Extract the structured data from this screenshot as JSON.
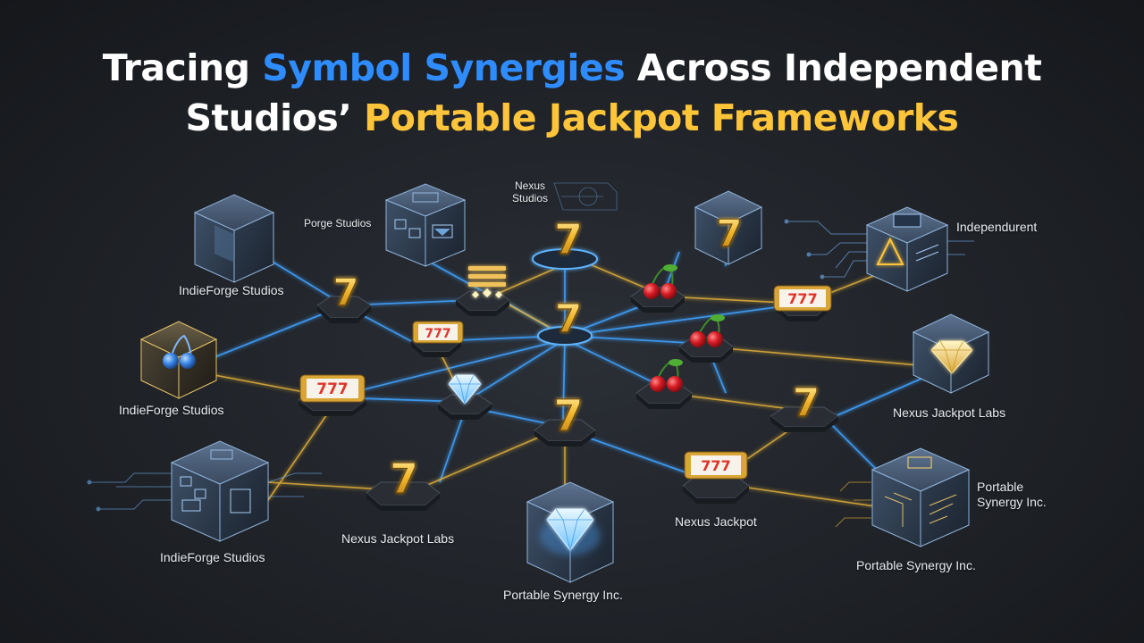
{
  "title": {
    "line1_part1": "Tracing ",
    "line1_highlight": "Symbol Synergies",
    "line1_part2": " Across Independent",
    "line2_part1": "Studios’ ",
    "line2_highlight": "Portable Jackpot Frameworks"
  },
  "labels": {
    "indieforge_top": "IndieForge Studios",
    "porge": "Porge Studios",
    "nexus_line1": "Nexus",
    "nexus_line2": "Studios",
    "independurent": "Independurent",
    "indieforge_mid": "IndieForge Studios",
    "nexus_jackpot_labs_right": "Nexus Jackpot Labs",
    "portable_synergy_right_line1": "Portable",
    "portable_synergy_right_line2": "Synergy Inc.",
    "indieforge_bottom": "IndieForge Studios",
    "nexus_jackpot_labs_bottom": "Nexus Jackpot Labs",
    "nexus_jackpot": "Nexus Jackpot",
    "portable_synergy_bottom_center": "Portable Synergy Inc.",
    "portable_synergy_bottom_right": "Portable Synergy Inc."
  },
  "symbols": {
    "seven": "7",
    "reel": "777"
  },
  "colors": {
    "link_blue": "#3fa2ff",
    "link_gold": "#e8b53a",
    "title_blue": "#2f8cff",
    "title_gold": "#ffc53a",
    "background": "#1f2227"
  }
}
